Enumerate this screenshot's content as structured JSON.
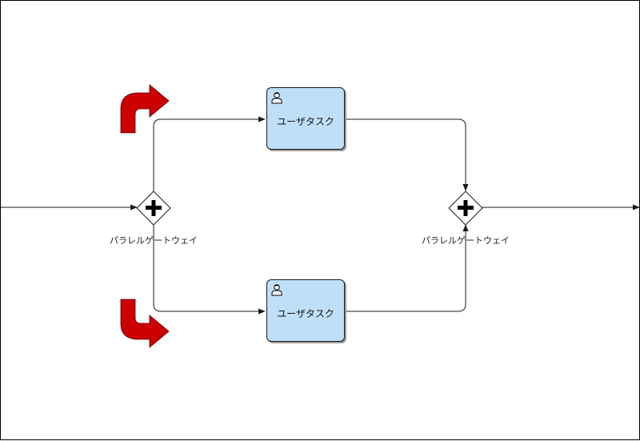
{
  "diagram": {
    "tasks": [
      {
        "label": "ユーザタスク",
        "icon": "user-icon"
      },
      {
        "label": "ユーザタスク",
        "icon": "user-icon"
      }
    ],
    "gateways": [
      {
        "label": "パラレルゲートウェイ",
        "icon": "plus-icon"
      },
      {
        "label": "パラレルゲートウェイ",
        "icon": "plus-icon"
      }
    ],
    "annotations": [
      {
        "icon": "turn-right-arrow-icon",
        "color": "#cc0000"
      },
      {
        "icon": "turn-right-arrow-icon",
        "color": "#cc0000"
      }
    ]
  },
  "colors": {
    "task_fill": "#bfdff8",
    "gateway_fill": "#ffffff",
    "flow_line": "#1a1a1a",
    "arrow_red": "#cc0000"
  }
}
